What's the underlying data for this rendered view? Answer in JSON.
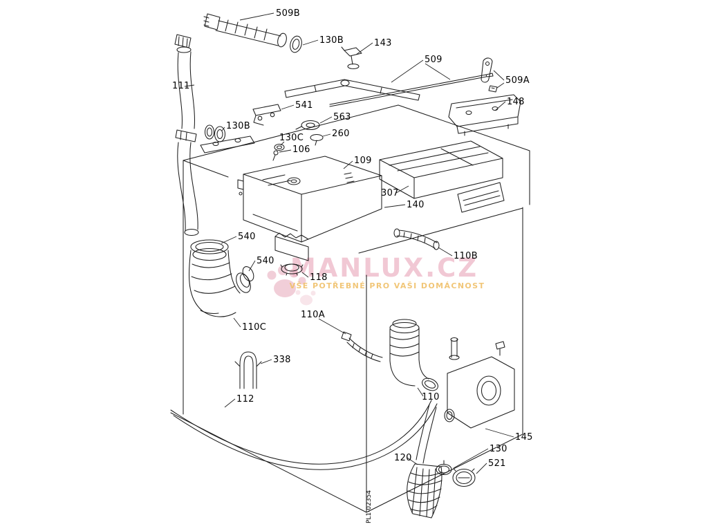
{
  "diagram": {
    "background": "#ffffff",
    "line_color": "#1c1c1c"
  },
  "watermark": {
    "brand": "MANLUX.CZ",
    "tagline": "VŠE POTŘEBNÉ PRO VAŠI DOMÁCNOST",
    "brand_color": "#edb3c4",
    "tagline_color": "#f0c06a",
    "paw_color": "#eec3cf"
  },
  "footer": {
    "code": "PL1-02354"
  },
  "parts": [
    {
      "label": "509B"
    },
    {
      "label": "130B"
    },
    {
      "label": "143"
    },
    {
      "label": "509"
    },
    {
      "label": "509A"
    },
    {
      "label": "148"
    },
    {
      "label": "111"
    },
    {
      "label": "541"
    },
    {
      "label": "563"
    },
    {
      "label": "130B"
    },
    {
      "label": "130C"
    },
    {
      "label": "260"
    },
    {
      "label": "106"
    },
    {
      "label": "109"
    },
    {
      "label": "307"
    },
    {
      "label": "140"
    },
    {
      "label": "540"
    },
    {
      "label": "540"
    },
    {
      "label": "118"
    },
    {
      "label": "110B"
    },
    {
      "label": "110C"
    },
    {
      "label": "110A"
    },
    {
      "label": "338"
    },
    {
      "label": "112"
    },
    {
      "label": "110"
    },
    {
      "label": "145"
    },
    {
      "label": "130"
    },
    {
      "label": "120"
    },
    {
      "label": "521"
    }
  ]
}
